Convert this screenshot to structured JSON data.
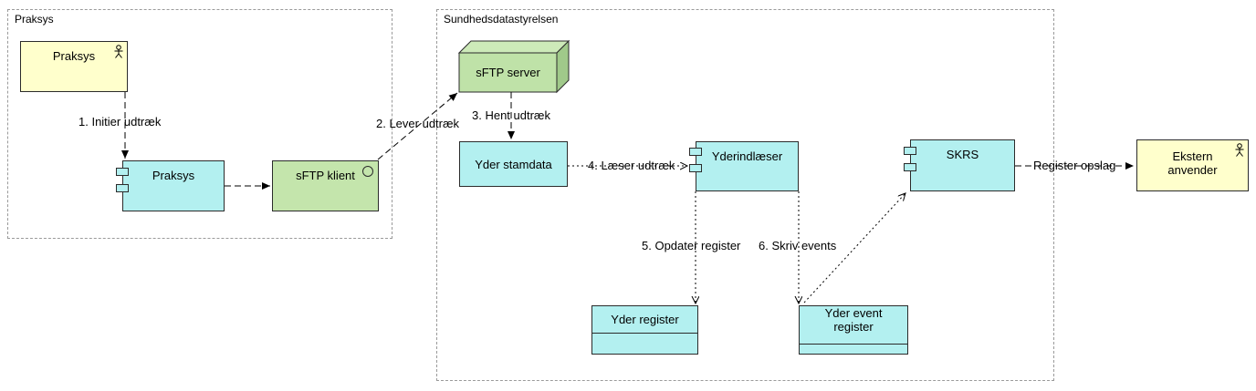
{
  "diagram": {
    "boundaries": {
      "praksys": "Praksys",
      "sundhedsdatastyrelsen": "Sundhedsdatastyrelsen"
    },
    "nodes": {
      "praksys_actor": "Praksys",
      "praksys_component": "Praksys",
      "sftp_klient": "sFTP klient",
      "sftp_server": "sFTP server",
      "yder_stamdata": "Yder stamdata",
      "yderindlaeser": "Yderindlæser",
      "skrs": "SKRS",
      "ekstern_anvender": "Ekstern anvender",
      "yder_register": "Yder register",
      "yder_event_register": "Yder event register"
    },
    "edges": {
      "initier_udtraek": "1. Initier udtræk",
      "lever_udtraek": "2. Lever udtræk",
      "hent_udtraek": "3. Hent udtræk",
      "laeser_udtraek": "4. Læser udtræk",
      "opdater_register": "5. Opdater register",
      "skriv_events": "6. Skriv events",
      "register_opslag": "Register opslag"
    },
    "colors": {
      "actor_fill": "#ffffcc",
      "component_fill": "#b3f0f0",
      "client_fill": "#c4e5ac",
      "server_front": "#bfe2a8",
      "server_top": "#cdeab9",
      "server_side": "#a0c98a",
      "line": "#000000",
      "boundary_line": "#9a9a9a"
    }
  }
}
